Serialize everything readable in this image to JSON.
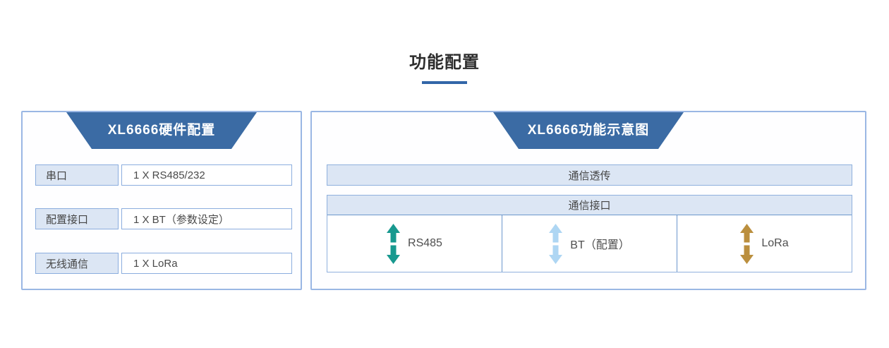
{
  "page": {
    "title": "功能配置"
  },
  "hardware_panel": {
    "title": "XL6666硬件配置",
    "rows": [
      {
        "label": "串口",
        "value": "1 X RS485/232"
      },
      {
        "label": "配置接口",
        "value": "1 X BT（参数设定）"
      },
      {
        "label": "无线通信",
        "value": "1 X LoRa"
      }
    ]
  },
  "function_panel": {
    "title": "XL6666功能示意图",
    "transparent_bar_label": "通信透传",
    "interface_table": {
      "header": "通信接口",
      "cells": [
        {
          "label": "RS485",
          "icon": "double-vertical-arrow-icon",
          "arrow_color": "#18998f"
        },
        {
          "label": "BT（配置）",
          "icon": "double-vertical-arrow-icon",
          "arrow_color": "#aed6f3"
        },
        {
          "label": "LoRa",
          "icon": "double-vertical-arrow-icon",
          "arrow_color": "#bb8f3e"
        }
      ]
    }
  },
  "colors": {
    "header_blue": "#3b6ba4",
    "panel_border": "#9ab7e4",
    "box_fill": "#dce6f4",
    "box_border": "#8badde",
    "table_divider": "#6b96cc",
    "title_underline": "#3266a8"
  }
}
